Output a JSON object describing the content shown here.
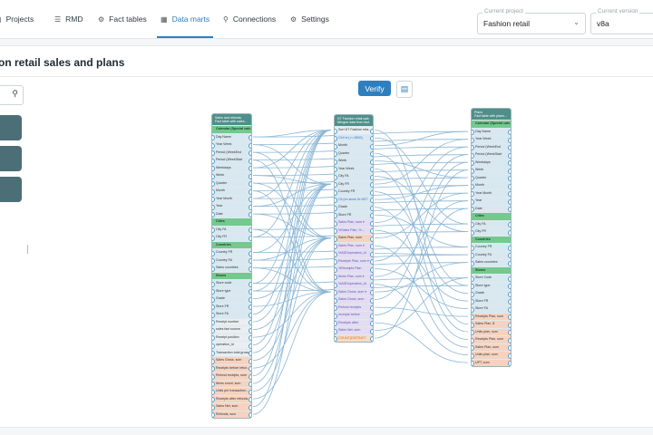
{
  "nav": {
    "items": [
      {
        "label": "Projects",
        "icon": "projects-icon",
        "glyph": "▤",
        "active": false
      },
      {
        "label": "RMD",
        "icon": "list-icon",
        "glyph": "☰",
        "active": false
      },
      {
        "label": "Fact tables",
        "icon": "fact-tables-icon",
        "glyph": "⚙",
        "active": false
      },
      {
        "label": "Data marts",
        "icon": "data-marts-icon",
        "glyph": "▦",
        "active": true
      },
      {
        "label": "Connections",
        "icon": "link-icon",
        "glyph": "⚲",
        "active": false
      },
      {
        "label": "Settings",
        "icon": "gear-icon",
        "glyph": "⚙",
        "active": false
      }
    ]
  },
  "project": {
    "label": "Current project",
    "value": "Fashion retail"
  },
  "version": {
    "label": "Current version",
    "value": "v8a"
  },
  "page": {
    "title": "on retail sales and plans"
  },
  "toolbar": {
    "verify_label": "Verify",
    "doc_icon": "document-icon"
  },
  "colors": {
    "accent": "#2f7fbf",
    "node_header": "#4f8f8a",
    "group_header": "#74c98f",
    "side_tile": "#4c6e77",
    "link": "#8ab6d6"
  },
  "nodes": [
    {
      "id": "left",
      "title": [
        "Sales and refunds",
        "Fact table with sales..."
      ],
      "rows": [
        {
          "t": "g",
          "label": "Calendar (Special cale..."
        },
        {
          "t": "n",
          "label": "Day Name"
        },
        {
          "t": "n",
          "label": "Year Week"
        },
        {
          "t": "n",
          "label": "Period (WeekEnd"
        },
        {
          "t": "n",
          "label": "Period (WeekStart"
        },
        {
          "t": "n",
          "label": "Weekdays"
        },
        {
          "t": "n",
          "label": "Week"
        },
        {
          "t": "n",
          "label": "Quarter"
        },
        {
          "t": "n",
          "label": "Month"
        },
        {
          "t": "n",
          "label": "Year Month"
        },
        {
          "t": "n",
          "label": "Year"
        },
        {
          "t": "n",
          "label": "Date"
        },
        {
          "t": "g",
          "label": "Cities"
        },
        {
          "t": "n",
          "label": "City FA"
        },
        {
          "t": "n",
          "label": "City FR"
        },
        {
          "t": "g",
          "label": "Countries"
        },
        {
          "t": "n",
          "label": "Country FR"
        },
        {
          "t": "n",
          "label": "Country FA"
        },
        {
          "t": "n",
          "label": "Sales countries"
        },
        {
          "t": "g",
          "label": "Stores"
        },
        {
          "t": "n",
          "label": "Store code"
        },
        {
          "t": "n",
          "label": "Store type"
        },
        {
          "t": "n",
          "label": "Grade"
        },
        {
          "t": "n",
          "label": "Store FR"
        },
        {
          "t": "n",
          "label": "Store FA"
        },
        {
          "t": "c",
          "label": "Receipt number"
        },
        {
          "t": "c",
          "label": "sales fact source"
        },
        {
          "t": "c",
          "label": "Receipt position"
        },
        {
          "t": "c",
          "label": "operation_id"
        },
        {
          "t": "c",
          "label": "Transaction total gross"
        },
        {
          "t": "o",
          "label": "Sales Gross, sum"
        },
        {
          "t": "o",
          "label": "Receipts before refun..."
        },
        {
          "t": "o",
          "label": "Refund receipts, sum"
        },
        {
          "t": "o",
          "label": "Items count, sum"
        },
        {
          "t": "o",
          "label": "Units per transaction..."
        },
        {
          "t": "o",
          "label": "Receipts after refunds..."
        },
        {
          "t": "o",
          "label": "Sales Net, sum"
        },
        {
          "t": "o",
          "label": "Refunds, sum"
        }
      ]
    },
    {
      "id": "mid",
      "title": [
        "DT Fashion retail sale...",
        "Merged data from fact..."
      ],
      "rows": [
        {
          "t": "c",
          "label": "Sort DT Fashion reta..."
        },
        {
          "t": "b",
          "label": "Ctrl+cl (>= 8500)"
        },
        {
          "t": "n",
          "label": "Month"
        },
        {
          "t": "n",
          "label": "Quarter"
        },
        {
          "t": "n",
          "label": "Week"
        },
        {
          "t": "n",
          "label": "Year Week"
        },
        {
          "t": "n",
          "label": "City FA"
        },
        {
          "t": "n",
          "label": "City FR"
        },
        {
          "t": "n",
          "label": "Country FR"
        },
        {
          "t": "b",
          "label": "Ctl (en stock fix NET"
        },
        {
          "t": "n",
          "label": "Grade"
        },
        {
          "t": "n",
          "label": "Store FR"
        },
        {
          "t": "p",
          "label": "Sales Plan, sum ▾"
        },
        {
          "t": "p",
          "label": "%Sales Plan, %..."
        },
        {
          "t": "o",
          "label": "Sales Plan, sum"
        },
        {
          "t": "p",
          "label": "Sales Plan, sum ▾"
        },
        {
          "t": "p",
          "label": "%ADDoperation_id"
        },
        {
          "t": "p",
          "label": "Receipts Plan, sum ▾"
        },
        {
          "t": "p",
          "label": "%Receipts Plan"
        },
        {
          "t": "p",
          "label": "Items Plan, sum ▾"
        },
        {
          "t": "p",
          "label": "%ADDoperation_id"
        },
        {
          "t": "p",
          "label": "Sales Gross, sum ▾"
        },
        {
          "t": "p",
          "label": "Sales Gross, sum"
        },
        {
          "t": "p",
          "label": "Refund receipts"
        },
        {
          "t": "p",
          "label": "receipts before"
        },
        {
          "t": "p",
          "label": "Receipts after"
        },
        {
          "t": "p",
          "label": "Sales Net, sum"
        },
        {
          "t": "y",
          "label": "COUNT(DISTINCT"
        }
      ]
    },
    {
      "id": "right",
      "title": [
        "Plans",
        "Fact table with plans..."
      ],
      "rows": [
        {
          "t": "g",
          "label": "Calendar (Special cale..."
        },
        {
          "t": "n",
          "label": "Day Name"
        },
        {
          "t": "n",
          "label": "Year Week"
        },
        {
          "t": "n",
          "label": "Period (WeekEnd"
        },
        {
          "t": "n",
          "label": "Period (WeekStart"
        },
        {
          "t": "n",
          "label": "Weekdays"
        },
        {
          "t": "n",
          "label": "Week"
        },
        {
          "t": "n",
          "label": "Quarter"
        },
        {
          "t": "n",
          "label": "Month"
        },
        {
          "t": "n",
          "label": "Year Month"
        },
        {
          "t": "n",
          "label": "Year"
        },
        {
          "t": "n",
          "label": "Date"
        },
        {
          "t": "g",
          "label": "Cities"
        },
        {
          "t": "n",
          "label": "City FA"
        },
        {
          "t": "n",
          "label": "City FR"
        },
        {
          "t": "g",
          "label": "Countries"
        },
        {
          "t": "n",
          "label": "Country FR"
        },
        {
          "t": "n",
          "label": "Country FA"
        },
        {
          "t": "n",
          "label": "Sales countries"
        },
        {
          "t": "g",
          "label": "Stores"
        },
        {
          "t": "n",
          "label": "Store Code"
        },
        {
          "t": "n",
          "label": "Store type"
        },
        {
          "t": "n",
          "label": "Grade"
        },
        {
          "t": "n",
          "label": "Store FR"
        },
        {
          "t": "n",
          "label": "Store FA"
        },
        {
          "t": "o",
          "label": "Receipts Plan, sum"
        },
        {
          "t": "o",
          "label": "Sales Plan, $"
        },
        {
          "t": "o",
          "label": "Units plan, sum"
        },
        {
          "t": "o",
          "label": "Receipts Plan, sum"
        },
        {
          "t": "o",
          "label": "Sales Plan, sum"
        },
        {
          "t": "o",
          "label": "Units plan, sum"
        },
        {
          "t": "o",
          "label": "UPT, sum"
        }
      ]
    }
  ]
}
